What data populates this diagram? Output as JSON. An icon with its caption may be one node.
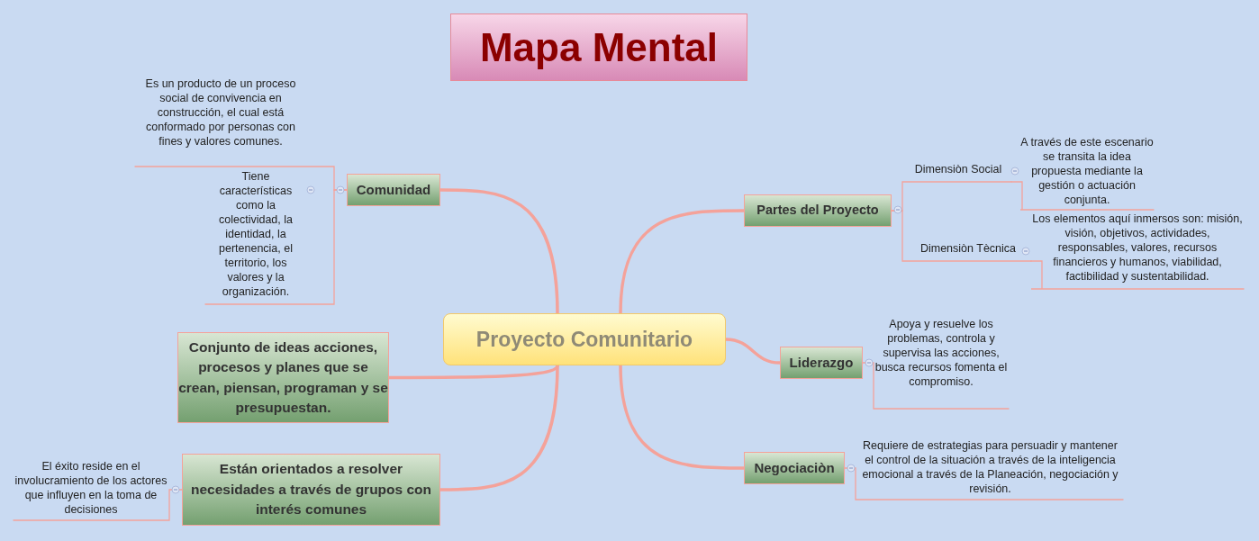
{
  "diagram": {
    "title": "Mapa Mental",
    "nodes": [
      {
        "text": [
          "Proyecto Comunitario"
        ]
      },
      {
        "text": [
          "Comunidad"
        ]
      },
      {
        "text": [
          "Es un producto de un proceso social de convivencia en construcción, el cual está conformado por personas con fines y valores comunes."
        ]
      },
      {
        "text": [
          "Tiene características como la colectividad, la identidad, la pertenencia, el territorio, los valores y la organización."
        ]
      },
      {
        "text": [
          "Conjunto de ideas acciones, procesos y planes que se crean, piensan, programan y se presupuestan."
        ]
      },
      {
        "text": [
          "Están orientados a resolver necesidades a través de grupos con interés comunes"
        ]
      },
      {
        "text": [
          "El éxito reside en el involucramiento de los actores que influyen en la toma de decisiones"
        ]
      },
      {
        "text": [
          "Partes del Proyecto"
        ]
      },
      {
        "text": [
          "Dimensiòn Social"
        ]
      },
      {
        "text": [
          "A través de este escenario se transita la idea propuesta mediante la gestión o actuación conjunta."
        ]
      },
      {
        "text": [
          "Dimensiòn Tècnica"
        ]
      },
      {
        "text": [
          "Los elementos aquí inmersos son: misión, visión, objetivos, actividades, responsables, valores, recursos financieros y humanos, viabilidad, factibilidad y sustentabilidad."
        ]
      },
      {
        "text": [
          "Liderazgo"
        ]
      },
      {
        "text": [
          "Apoya y resuelve los problemas, controla y supervisa las acciones, busca recursos fomenta el compromiso."
        ]
      },
      {
        "text": [
          "Negociaciòn"
        ]
      },
      {
        "text": [
          "Requiere de estrategias para persuadir y mantener el control de la situación a través de la inteligencia emocional a través de la Planeación, negociación y revisión."
        ]
      }
    ],
    "edges": [
      {
        "from": 0,
        "to": 1,
        "arrow": "none",
        "style": "thick"
      },
      {
        "from": 1,
        "to": 2,
        "arrow": "none"
      },
      {
        "from": 1,
        "to": 3,
        "arrow": "none"
      },
      {
        "from": 0,
        "to": 4,
        "arrow": "none",
        "style": "thick"
      },
      {
        "from": 0,
        "to": 5,
        "arrow": "none",
        "style": "thick"
      },
      {
        "from": 5,
        "to": 6,
        "arrow": "none"
      },
      {
        "from": 0,
        "to": 7,
        "arrow": "none",
        "style": "thick"
      },
      {
        "from": 7,
        "to": 8,
        "arrow": "none"
      },
      {
        "from": 8,
        "to": 9,
        "arrow": "none"
      },
      {
        "from": 7,
        "to": 10,
        "arrow": "none"
      },
      {
        "from": 10,
        "to": 11,
        "arrow": "none"
      },
      {
        "from": 0,
        "to": 12,
        "arrow": "none",
        "style": "thick"
      },
      {
        "from": 12,
        "to": 13,
        "arrow": "none"
      },
      {
        "from": 0,
        "to": 14,
        "arrow": "none",
        "style": "thick"
      },
      {
        "from": 14,
        "to": 15,
        "arrow": "none"
      }
    ]
  }
}
